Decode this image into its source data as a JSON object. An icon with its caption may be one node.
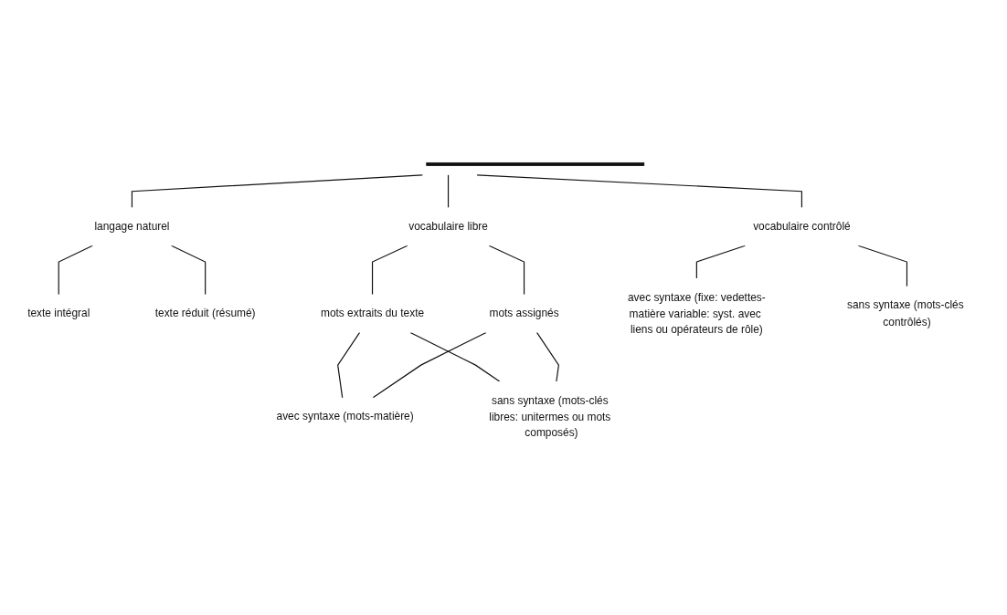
{
  "diagram": {
    "nodes": [
      {
        "text": [],
        "shape": "bar"
      },
      {
        "text": [
          "langage naturel"
        ]
      },
      {
        "text": [
          "texte intégral"
        ]
      },
      {
        "text": [
          "texte réduit (résumé)"
        ]
      },
      {
        "text": [
          "vocabulaire libre"
        ]
      },
      {
        "text": [
          "mots extraits du texte"
        ]
      },
      {
        "text": [
          "mots assignés"
        ]
      },
      {
        "text": [
          "avec syntaxe (mots-matière)"
        ]
      },
      {
        "text": [
          "sans syntaxe (mots-clés libres: unitermes ou mots composés)"
        ]
      },
      {
        "text": [
          "vocabulaire contrôlé"
        ]
      },
      {
        "text": [
          "avec syntaxe (fixe: vedettes-matière variable: syst. avec liens ou opérateurs de rôle)"
        ]
      },
      {
        "text": [
          "sans syntaxe (mots-clés contrôlés)"
        ]
      }
    ],
    "edges": [
      {
        "from": 0,
        "to": 1,
        "arrow": "none"
      },
      {
        "from": 0,
        "to": 4,
        "arrow": "none"
      },
      {
        "from": 0,
        "to": 9,
        "arrow": "none"
      },
      {
        "from": 1,
        "to": 2,
        "arrow": "none"
      },
      {
        "from": 1,
        "to": 3,
        "arrow": "none"
      },
      {
        "from": 4,
        "to": 5,
        "arrow": "none"
      },
      {
        "from": 4,
        "to": 6,
        "arrow": "none"
      },
      {
        "from": 5,
        "to": 7,
        "arrow": "none"
      },
      {
        "from": 5,
        "to": 8,
        "arrow": "none"
      },
      {
        "from": 6,
        "to": 7,
        "arrow": "none"
      },
      {
        "from": 6,
        "to": 8,
        "arrow": "none"
      },
      {
        "from": 9,
        "to": 10,
        "arrow": "none"
      },
      {
        "from": 9,
        "to": 11,
        "arrow": "none"
      }
    ]
  }
}
